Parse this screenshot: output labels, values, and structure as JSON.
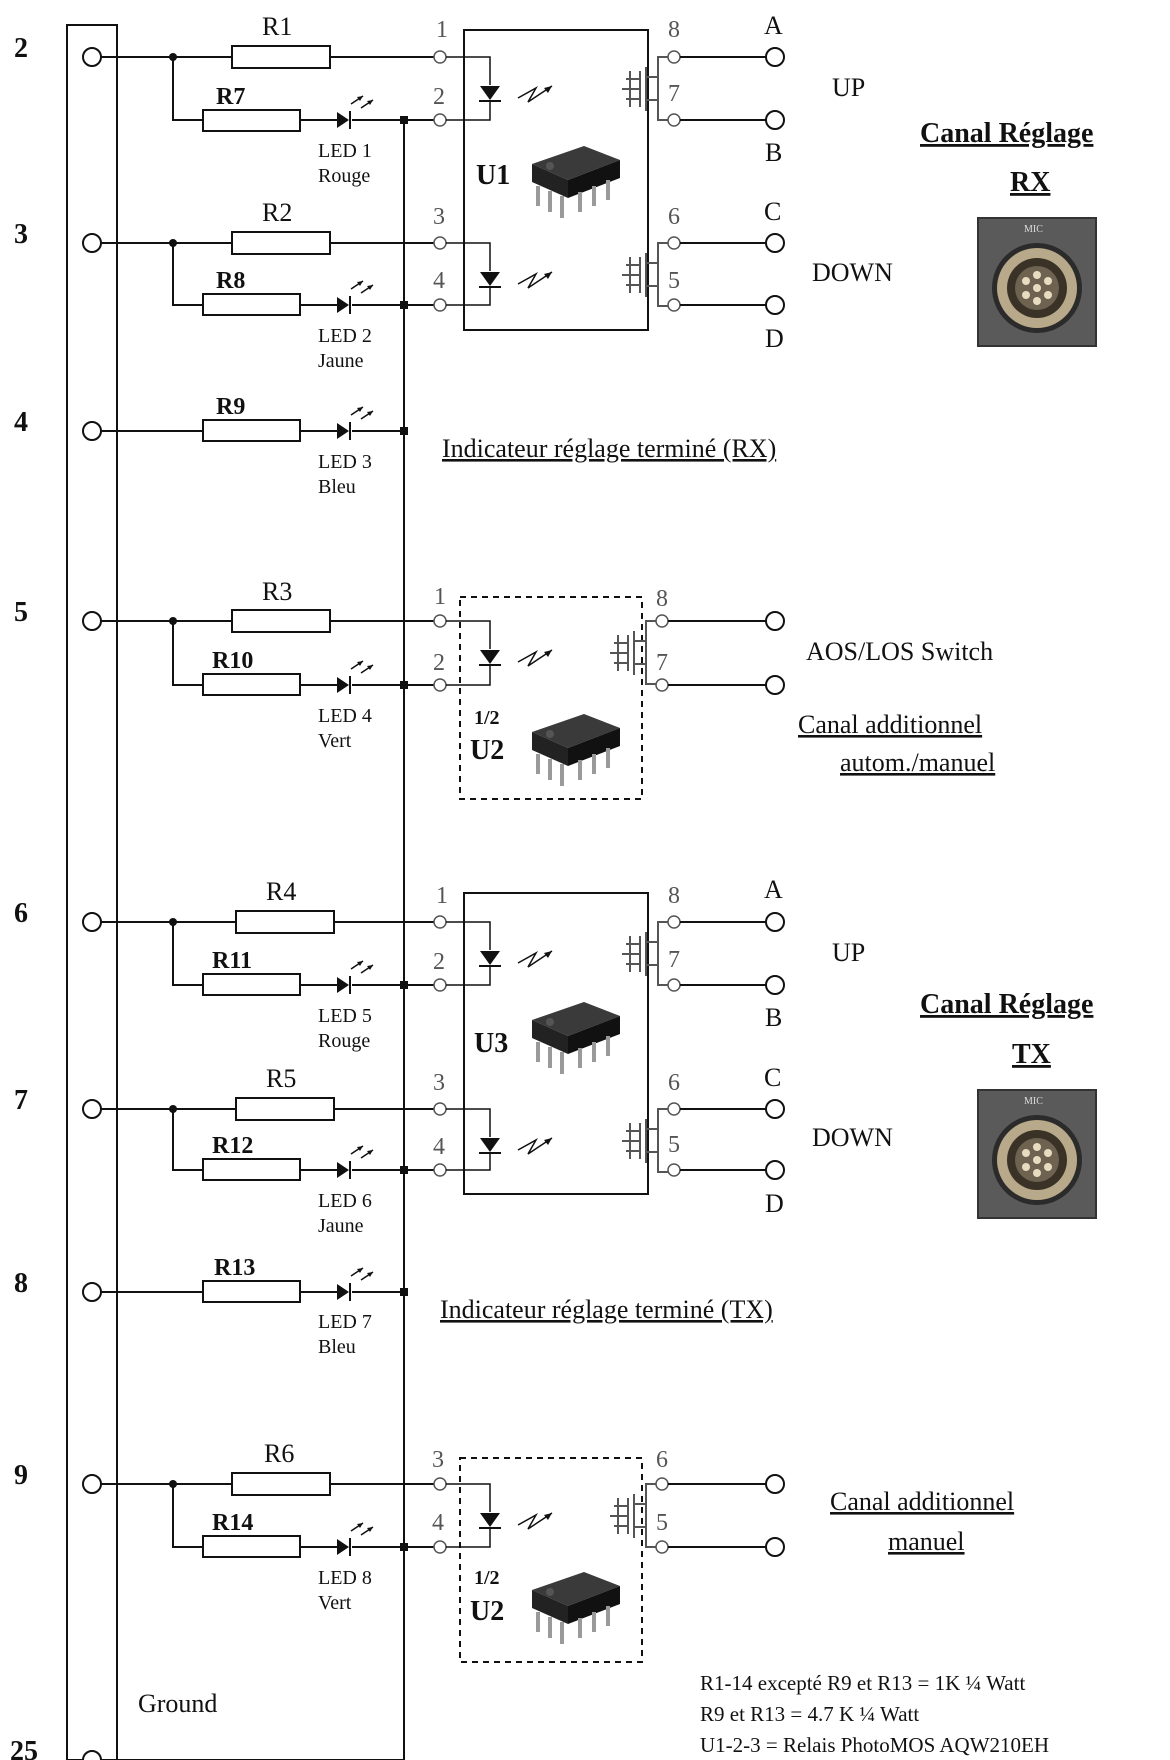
{
  "connector_pins": [
    "2",
    "3",
    "4",
    "5",
    "6",
    "7",
    "8",
    "9",
    "25"
  ],
  "ground_label": "Ground",
  "resistors": {
    "r1": "R1",
    "r2": "R2",
    "r3": "R3",
    "r4": "R4",
    "r5": "R5",
    "r6": "R6",
    "r7": "R7",
    "r8": "R8",
    "r9": "R9",
    "r10": "R10",
    "r11": "R11",
    "r12": "R12",
    "r13": "R13",
    "r14": "R14"
  },
  "leds": [
    {
      "name": "LED 1",
      "color": "Rouge"
    },
    {
      "name": "LED 2",
      "color": "Jaune"
    },
    {
      "name": "LED 3",
      "color": "Bleu"
    },
    {
      "name": "LED 4",
      "color": "Vert"
    },
    {
      "name": "LED 5",
      "color": "Rouge"
    },
    {
      "name": "LED 6",
      "color": "Jaune"
    },
    {
      "name": "LED 7",
      "color": "Bleu"
    },
    {
      "name": "LED 8",
      "color": "Vert"
    }
  ],
  "ic": {
    "u1": "U1",
    "u2": "U2",
    "u3": "U3",
    "half": "1/2"
  },
  "pins": {
    "p1": "1",
    "p2": "2",
    "p3": "3",
    "p4": "4",
    "p5": "5",
    "p6": "6",
    "p7": "7",
    "p8": "8"
  },
  "outputs": {
    "a": "A",
    "b": "B",
    "c": "C",
    "d": "D"
  },
  "labels": {
    "up": "UP",
    "down": "DOWN",
    "canal_reglage": "Canal Réglage",
    "rx": "RX",
    "tx": "TX",
    "indic_rx": "Indicateur réglage terminé (RX)",
    "indic_tx": "Indicateur réglage terminé (TX)",
    "aos_los": "AOS/LOS Switch",
    "canal_add": "Canal additionnel",
    "autom_manuel": "autom./manuel",
    "manuel": "manuel",
    "mic": "MIC"
  },
  "notes": [
    "R1-14 excepté R9 et R13 = 1K ¼ Watt",
    "R9 et R13 = 4.7 K ¼ Watt",
    "U1-2-3 = Relais PhotoMOS AQW210EH"
  ]
}
